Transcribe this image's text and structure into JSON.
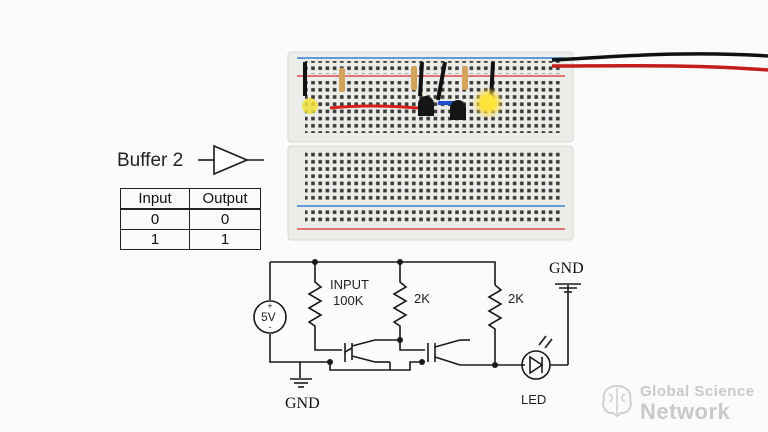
{
  "buffer_label": "Buffer 2",
  "truth_table": {
    "headers": [
      "Input",
      "Output"
    ],
    "rows": [
      [
        "0",
        "0"
      ],
      [
        "1",
        "1"
      ]
    ]
  },
  "schematic": {
    "source_label": "5V",
    "input_resistor": [
      "INPUT",
      "100K"
    ],
    "resistor2_label": "2K",
    "resistor3_label": "2K",
    "gnd_bottom": "GND",
    "gnd_right": "GND",
    "led_label": "LED"
  },
  "watermark": {
    "line1": "Global Science",
    "line2": "Network"
  },
  "colors": {
    "breadboard": "#ededeb",
    "rail_red": "#e04a4a",
    "rail_blue": "#3a7fd6",
    "led_yellow": "#f2e23a",
    "wire_red": "#d8201a",
    "wire_blue": "#1f4fd0"
  }
}
